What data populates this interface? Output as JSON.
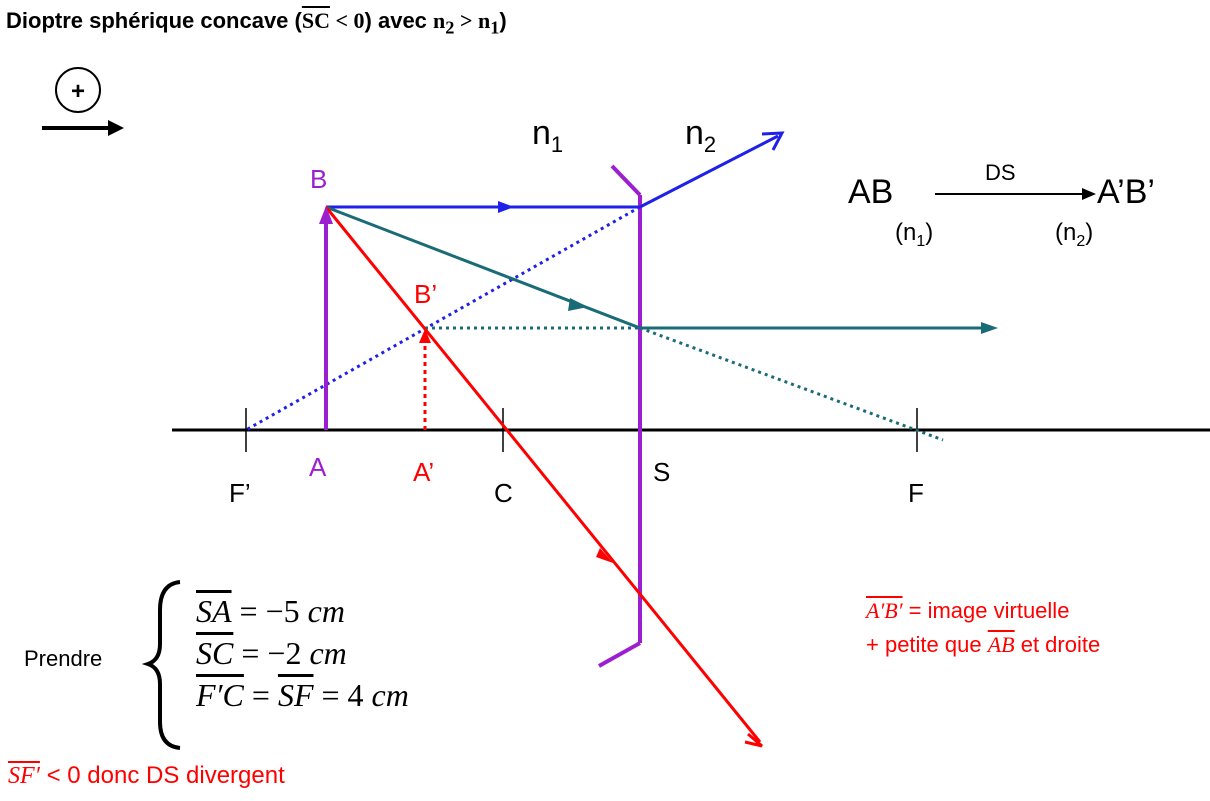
{
  "title": {
    "prefix": "Dioptre sphérique concave (",
    "sc": "SC",
    "lt": " < 0",
    "mid": ") avec ",
    "n2": "n",
    "n2sub": "2",
    "gt": " > ",
    "n1": "n",
    "n1sub": "1"
  },
  "direction": {
    "symbol": "+"
  },
  "media": {
    "n1": "n",
    "n1sub": "1",
    "n2": "n",
    "n2sub": "2"
  },
  "points": {
    "B": "B",
    "B_prime": "B’",
    "A": "A",
    "A_prime": "A’",
    "F_prime": "F’",
    "C": "C",
    "S": "S",
    "F": "F"
  },
  "relation": {
    "object": "AB",
    "object_medium": "(n",
    "object_medium_sub": "1",
    "object_medium_close": ")",
    "arrow_label": "DS",
    "image": "A’B’",
    "image_medium": "(n",
    "image_medium_sub": "2",
    "image_medium_close": ")"
  },
  "given": {
    "label": "Prendre",
    "lines": [
      {
        "lhs": "SA",
        "rhs": " = −5 ",
        "unit": "cm"
      },
      {
        "lhs": "SC",
        "rhs": " = −2 ",
        "unit": "cm"
      },
      {
        "lhs": "F′C",
        "mid": " = ",
        "lhs2": "SF",
        "rhs": " = 4 ",
        "unit": "cm"
      }
    ]
  },
  "conclusion": {
    "lhs": "SF′",
    "rest": " < 0 donc DS divergent"
  },
  "note": {
    "image": "A′B′",
    "line1": " = image virtuelle",
    "line2_pre": "+ petite que ",
    "object": "AB",
    "line2_post": " et droite"
  },
  "colors": {
    "object": "#9b1fd1",
    "image": "#ff0000",
    "ray_parallel": "#1f20e8",
    "ray_focal": "#1a6b78",
    "ray_center": "#ff0000",
    "axis": "#000000"
  }
}
